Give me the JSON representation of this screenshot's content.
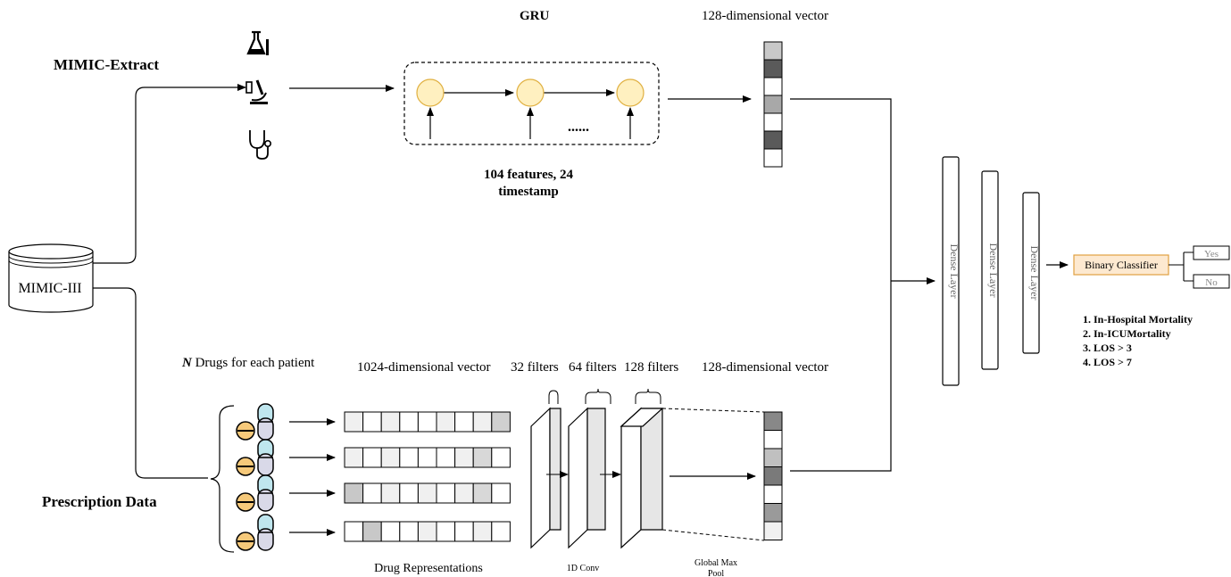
{
  "source": {
    "name": "MIMIC-III",
    "branch_top": "MIMIC-Extract",
    "branch_bottom": "Prescription Data"
  },
  "icons": [
    "flask-icon",
    "microscope-icon",
    "stethoscope-icon",
    "pill-icon"
  ],
  "gru": {
    "title": "GRU",
    "ellipsis": "......",
    "caption_line1": "104 features, 24",
    "caption_line2": "timestamp"
  },
  "vectors": {
    "top_label": "128-dimensional vector",
    "bottom_label": "128-dimensional vector",
    "top_cells": [
      "#c8c8c8",
      "#5a5a5a",
      "#ffffff",
      "#a8a8a8",
      "#ffffff",
      "#5a5a5a",
      "#ffffff"
    ],
    "bottom_cells": [
      "#888888",
      "#ffffff",
      "#c0c0c0",
      "#7a7a7a",
      "#ffffff",
      "#9a9a9a",
      "#f0f0f0"
    ]
  },
  "drugs": {
    "label_italic": "N",
    "label_rest": " Drugs for each patient",
    "vector_label": "1024-dimensional vector",
    "caption": "Drug Representations",
    "rows": [
      [
        "#f0f0f0",
        "#ffffff",
        "#f0f0f0",
        "#ffffff",
        "#ffffff",
        "#f0f0f0",
        "#ffffff",
        "#f0f0f0",
        "#d0d0d0"
      ],
      [
        "#f0f0f0",
        "#ffffff",
        "#f0f0f0",
        "#ffffff",
        "#ffffff",
        "#ffffff",
        "#f0f0f0",
        "#d8d8d8",
        "#ffffff"
      ],
      [
        "#c8c8c8",
        "#ffffff",
        "#f0f0f0",
        "#ffffff",
        "#f0f0f0",
        "#ffffff",
        "#f0f0f0",
        "#d8d8d8",
        "#ffffff"
      ],
      [
        "#ffffff",
        "#c8c8c8",
        "#ffffff",
        "#ffffff",
        "#f0f0f0",
        "#ffffff",
        "#ffffff",
        "#f0f0f0",
        "#ffffff"
      ]
    ]
  },
  "cnn": {
    "filters": [
      "32 filters",
      "64 filters",
      "128 filters"
    ],
    "conv_label": "1D Conv",
    "pool_label_line1": "Global Max",
    "pool_label_line2": "Pool"
  },
  "dense": [
    "Dense Layer",
    "Dense Layer",
    "Dense Layer"
  ],
  "classifier": {
    "label": "Binary Classifier",
    "yes": "Yes",
    "no": "No",
    "fill": "#fde9d0",
    "stroke": "#e0a040"
  },
  "tasks": [
    "1. In-Hospital Mortality",
    "2. In-ICUMortality",
    "3. LOS > 3",
    "4. LOS > 7"
  ],
  "colors": {
    "gru_node_fill": "#fff0c0",
    "gru_node_stroke": "#e0b040",
    "pill_cap": "#bfe6ee",
    "pill_body": "#d9d9e8",
    "tablet_fill": "#f6c97a"
  }
}
